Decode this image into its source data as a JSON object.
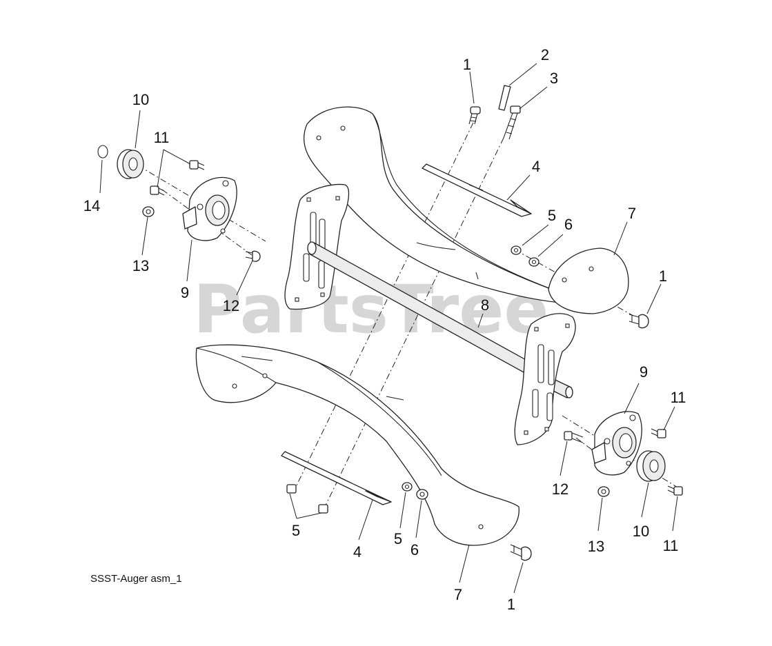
{
  "diagram": {
    "caption": "SSST-Auger asm_1",
    "watermark": "PartsTree",
    "callouts": {
      "c1_top": "1",
      "c2": "2",
      "c3": "3",
      "c4_top": "4",
      "c5_right": "5",
      "c6_right": "6",
      "c7_right": "7",
      "c1_right": "1",
      "c8": "8",
      "c10_left": "10",
      "c11_left": "11",
      "c14": "14",
      "c13_left": "13",
      "c9_left": "9",
      "c12_left": "12",
      "c9_right": "9",
      "c11_right_top": "11",
      "c12_right": "12",
      "c13_right": "13",
      "c10_right": "10",
      "c11_right_bottom": "11",
      "c5_bottom": "5",
      "c4_bottom": "4",
      "c5_bottom_mid": "5",
      "c6_bottom": "6",
      "c7_bottom": "7",
      "c1_bottom": "1"
    }
  }
}
